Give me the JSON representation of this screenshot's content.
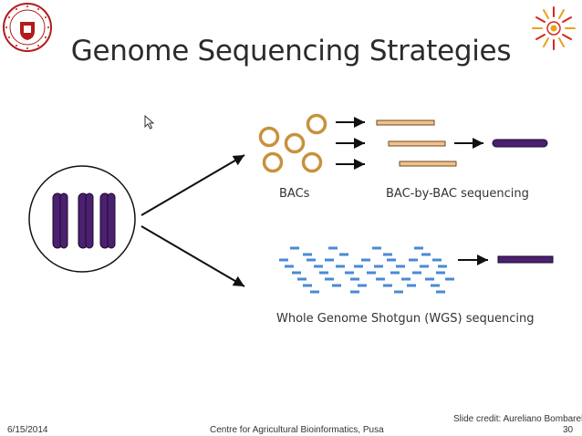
{
  "slide": {
    "title": "Genome Sequencing Strategies",
    "labels": {
      "bacs": "BACs",
      "bac_by_bac": "BAC-by-BAC sequencing",
      "wgs": "Whole Genome Shotgun (WGS) sequencing"
    },
    "credit": "Slide credit: Aureliano Bombarely",
    "footer": {
      "date": "6/15/2014",
      "center": "Centre for Agricultural Bioinformatics, Pusa",
      "page": "30"
    }
  },
  "colors": {
    "chromosome": "#4b2070",
    "bac_ring": "#c8913c",
    "fragment": "#4a8ad4",
    "arrow": "#111111"
  },
  "icons": [
    "university-seal-icon",
    "sun-logo-icon",
    "mouse-cursor-icon"
  ]
}
